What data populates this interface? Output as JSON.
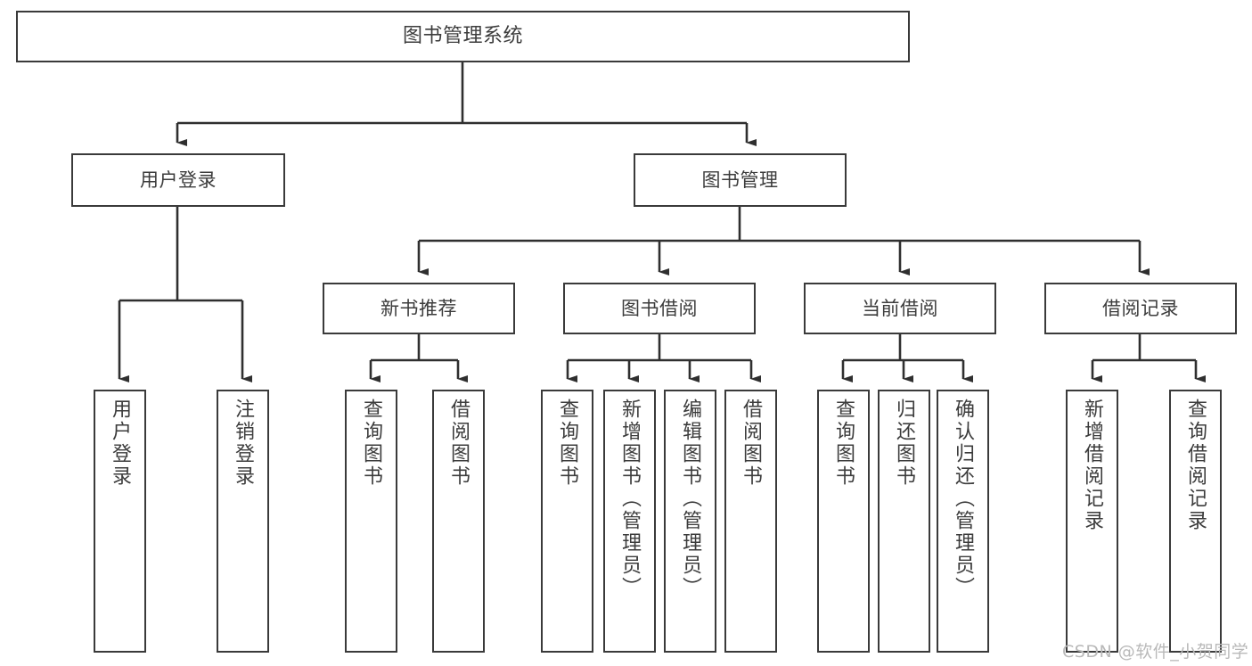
{
  "diagram": {
    "title": "图书管理系统",
    "type": "tree",
    "colors": {
      "box_border": "#3a3a3a",
      "box_fill": "#ffffff",
      "edge": "#2f2f2f",
      "text": "#3c3c3c",
      "watermark": "#b9b9b9",
      "background": "#ffffff"
    },
    "nodes": {
      "root": {
        "label": "图书管理系统"
      },
      "level2": [
        {
          "label": "用户登录"
        },
        {
          "label": "图书管理"
        }
      ],
      "level3": [
        {
          "label": "新书推荐"
        },
        {
          "label": "图书借阅"
        },
        {
          "label": "当前借阅"
        },
        {
          "label": "借阅记录"
        }
      ],
      "leaves": {
        "user_login": [
          {
            "label": "用户登录"
          },
          {
            "label": "注销登录"
          }
        ],
        "new_book": [
          {
            "label": "查询图书"
          },
          {
            "label": "借阅图书"
          }
        ],
        "book_borrow": [
          {
            "label": "查询图书"
          },
          {
            "label": "新增图书（管理员）"
          },
          {
            "label": "编辑图书（管理员）"
          },
          {
            "label": "借阅图书"
          }
        ],
        "current_borrow": [
          {
            "label": "查询图书"
          },
          {
            "label": "归还图书"
          },
          {
            "label": "确认归还（管理员）"
          }
        ],
        "borrow_record": [
          {
            "label": "新增借阅记录"
          },
          {
            "label": "查询借阅记录"
          }
        ]
      }
    },
    "watermark": "CSDN @软件_小贺同学"
  }
}
